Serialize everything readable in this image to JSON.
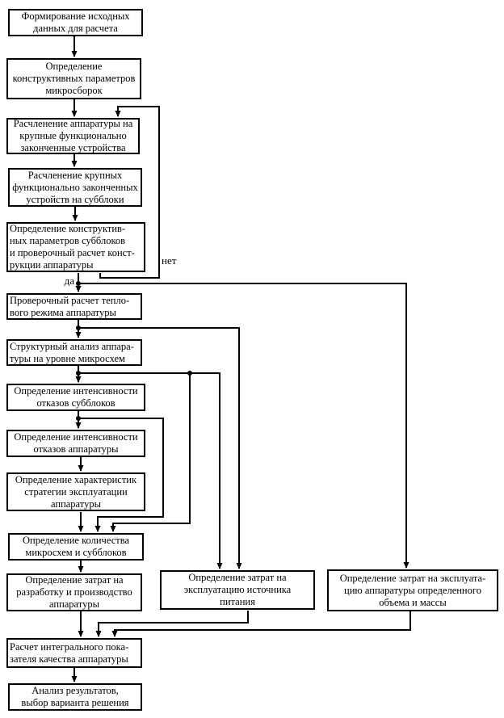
{
  "diagram": {
    "decision_labels": {
      "yes": "да",
      "no": "нет"
    },
    "nodes": [
      {
        "id": "b1",
        "lines": [
          "Формирование исходных",
          "данных для расчета"
        ]
      },
      {
        "id": "b2",
        "lines": [
          "Определение",
          "конструктивных параметров",
          "микросборок"
        ]
      },
      {
        "id": "b3",
        "lines": [
          "Расчленение аппаратуры на",
          "крупные функционально",
          "законченные устройства"
        ]
      },
      {
        "id": "b4",
        "lines": [
          "Расчленение крупных",
          "функционально законченных",
          "устройств на субблоки"
        ]
      },
      {
        "id": "b5",
        "lines": [
          "Определение конструктив-",
          "ных параметров субблоков",
          "и проверочный расчет конст-",
          "рукции аппаратуры"
        ]
      },
      {
        "id": "b6",
        "lines": [
          "Проверочный расчет тепло-",
          "вого режима аппаратуры"
        ]
      },
      {
        "id": "b7",
        "lines": [
          "Структурный анализ аппара-",
          "туры на уровне микросхем"
        ]
      },
      {
        "id": "b8",
        "lines": [
          "Определение интенсивности",
          "отказов субблоков"
        ]
      },
      {
        "id": "b9",
        "lines": [
          "Определение интенсивности",
          "отказов аппаратуры"
        ]
      },
      {
        "id": "b10",
        "lines": [
          "Определение характеристик",
          "стратегии эксплуатации",
          "аппаратуры"
        ]
      },
      {
        "id": "b11",
        "lines": [
          "Определение количества",
          "микросхем и субблоков"
        ]
      },
      {
        "id": "b12",
        "lines": [
          "Определение затрат на",
          "разработку и производство",
          "аппаратуры"
        ]
      },
      {
        "id": "b13",
        "lines": [
          "Определение затрат на",
          "эксплуатацию источника",
          "питания"
        ]
      },
      {
        "id": "b14",
        "lines": [
          "Расчет интегрального пока-",
          "зателя качества аппаратуры"
        ]
      },
      {
        "id": "b15",
        "lines": [
          "Анализ результатов,",
          "выбор варианта решения"
        ]
      },
      {
        "id": "b16",
        "lines": [
          "Определение затрат на эксплуата-",
          "цию аппаратуры определенного",
          "объема и массы"
        ]
      }
    ],
    "edges": [
      {
        "from": "b1",
        "to": "b2"
      },
      {
        "from": "b2",
        "to": "b3"
      },
      {
        "from": "b3",
        "to": "b4"
      },
      {
        "from": "b4",
        "to": "b5"
      },
      {
        "from": "b5",
        "to": "b6",
        "label": "да"
      },
      {
        "from": "b5",
        "to": "b3",
        "label": "нет"
      },
      {
        "from": "b5",
        "to": "b16"
      },
      {
        "from": "b6",
        "to": "b7"
      },
      {
        "from": "b6",
        "to": "b13"
      },
      {
        "from": "b7",
        "to": "b8"
      },
      {
        "from": "b7",
        "to": "b13"
      },
      {
        "from": "b7",
        "to": "b11"
      },
      {
        "from": "b8",
        "to": "b9"
      },
      {
        "from": "b8",
        "to": "b11"
      },
      {
        "from": "b9",
        "to": "b10"
      },
      {
        "from": "b10",
        "to": "b11"
      },
      {
        "from": "b11",
        "to": "b12"
      },
      {
        "from": "b12",
        "to": "b14"
      },
      {
        "from": "b13",
        "to": "b14"
      },
      {
        "from": "b16",
        "to": "b14"
      },
      {
        "from": "b14",
        "to": "b15"
      }
    ],
    "line_color": "#000000",
    "box_background": "#ffffff"
  }
}
